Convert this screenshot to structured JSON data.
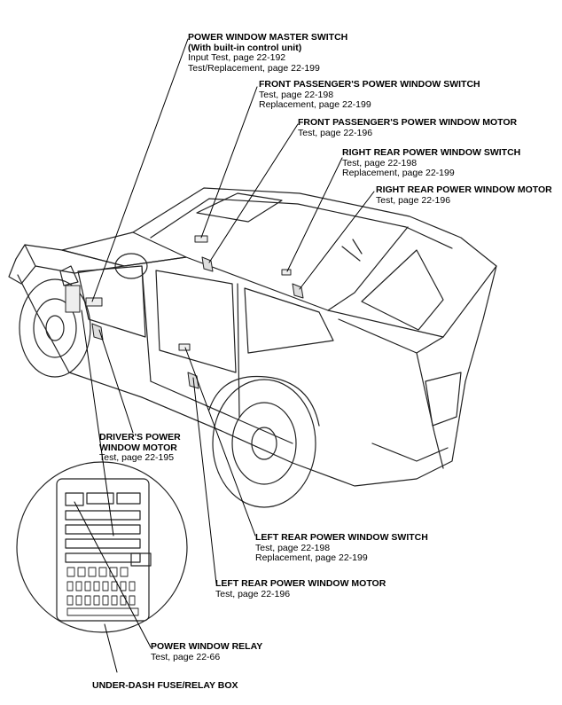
{
  "labels": {
    "master_switch": {
      "title": "POWER WINDOW MASTER SWITCH",
      "subtitle": "(With built-in control unit)",
      "lines": [
        "Input Test, page 22-192",
        "Test/Replacement, page 22-199"
      ]
    },
    "front_pass_switch": {
      "title": "FRONT PASSENGER'S POWER WINDOW SWITCH",
      "lines": [
        "Test, page 22-198",
        "Replacement, page 22-199"
      ]
    },
    "front_pass_motor": {
      "title": "FRONT PASSENGER'S POWER WINDOW MOTOR",
      "lines": [
        "Test, page 22-196"
      ]
    },
    "right_rear_switch": {
      "title": "RIGHT REAR POWER WINDOW SWITCH",
      "lines": [
        "Test, page 22-198",
        "Replacement, page 22-199"
      ]
    },
    "right_rear_motor": {
      "title": "RIGHT REAR POWER WINDOW MOTOR",
      "lines": [
        "Test, page 22-196"
      ]
    },
    "driver_motor": {
      "title1": "DRIVER'S POWER",
      "title2": "WINDOW MOTOR",
      "lines": [
        "Test, page 22-195"
      ]
    },
    "left_rear_switch": {
      "title": "LEFT REAR POWER WINDOW SWITCH",
      "lines": [
        "Test, page 22-198",
        "Replacement, page 22-199"
      ]
    },
    "left_rear_motor": {
      "title": "LEFT REAR POWER WINDOW MOTOR",
      "lines": [
        "Test, page 22-196"
      ]
    },
    "relay": {
      "title": "POWER WINDOW RELAY",
      "lines": [
        "Test, page 22-66"
      ]
    },
    "fuse_box": {
      "title": "UNDER-DASH FUSE/RELAY BOX"
    }
  }
}
